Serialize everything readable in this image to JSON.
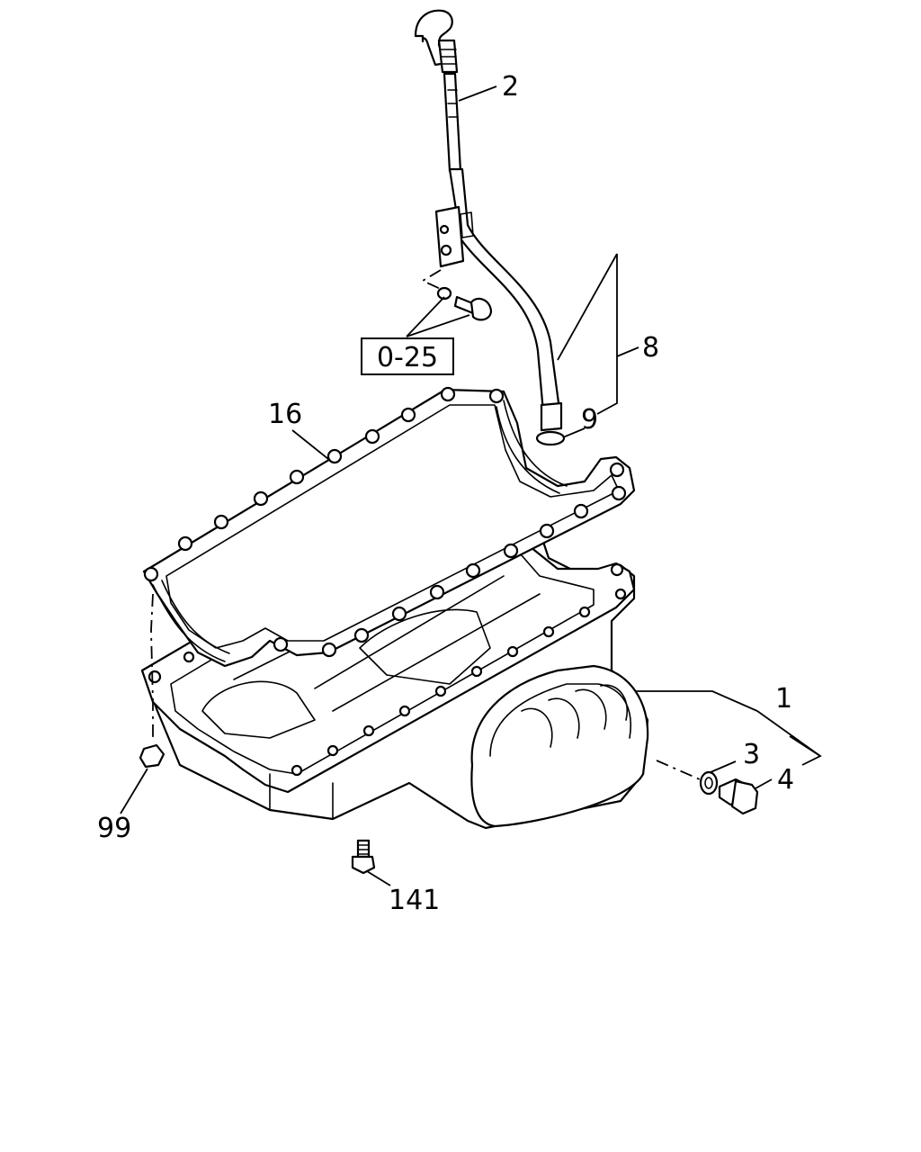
{
  "callouts": {
    "c1": "1",
    "c2": "2",
    "c3": "3",
    "c4": "4",
    "c8": "8",
    "c9": "9",
    "c16": "16",
    "c99": "99",
    "c141": "141"
  },
  "reference_box": {
    "label": "0-25"
  }
}
